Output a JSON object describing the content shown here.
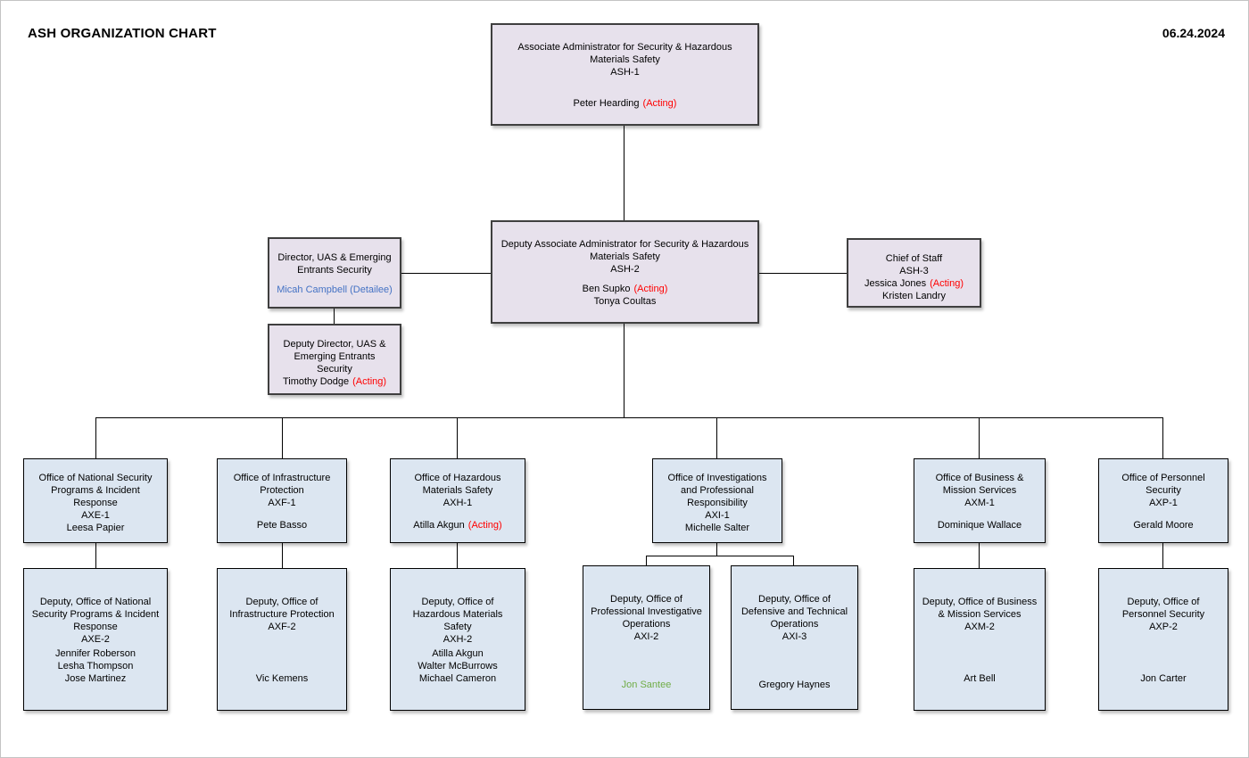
{
  "page": {
    "title": "ASH ORGANIZATION CHART",
    "date": "06.24.2024"
  },
  "colors": {
    "lavender_box_fill": "#e7e1ec",
    "blue_box_fill": "#dce6f1",
    "acting_red": "#ff0000",
    "detailee_blue": "#4472c4",
    "santee_green": "#70ad47",
    "connector_black": "#000000"
  },
  "boxes": {
    "ash1": {
      "title": "Associate Administrator for Security & Hazardous Materials Safety\nASH-1",
      "people": [
        {
          "name": "Peter Hearding",
          "note": "(Acting)"
        }
      ]
    },
    "director_uas": {
      "title": "Director, UAS & Emerging Entrants Security",
      "people": [
        {
          "name": "Micah Campbell (Detailee)"
        }
      ]
    },
    "ash2": {
      "title": "Deputy Associate Administrator for Security & Hazardous Materials Safety\nASH-2",
      "people": [
        {
          "name": "Ben Supko",
          "note": "(Acting)"
        },
        {
          "name": "Tonya Coultas"
        }
      ]
    },
    "chief_of_staff": {
      "title": "Chief of Staff\nASH-3",
      "people": [
        {
          "name": "Jessica Jones",
          "note": "(Acting)"
        },
        {
          "name": "Kristen Landry"
        }
      ]
    },
    "deputy_director_uas": {
      "title": "Deputy Director, UAS & Emerging Entrants Security",
      "people": [
        {
          "name": "Timothy Dodge",
          "note": "(Acting)"
        }
      ]
    },
    "axe1": {
      "title": "Office of National Security Programs & Incident Response\nAXE-1",
      "people": [
        {
          "name": "Leesa Papier"
        }
      ]
    },
    "axf1": {
      "title": "Office of Infrastructure Protection\nAXF-1",
      "people": [
        {
          "name": "Pete Basso"
        }
      ]
    },
    "axh1": {
      "title": "Office of Hazardous Materials Safety\nAXH-1",
      "people": [
        {
          "name": "Atilla Akgun",
          "note": "(Acting)"
        }
      ]
    },
    "axi1": {
      "title": "Office of Investigations and Professional Responsibility\nAXI-1",
      "people": [
        {
          "name": "Michelle Salter"
        }
      ]
    },
    "axm1": {
      "title": "Office of Business & Mission Services\nAXM-1",
      "people": [
        {
          "name": "Dominique Wallace"
        }
      ]
    },
    "axp1": {
      "title": "Office of Personnel Security\nAXP-1",
      "people": [
        {
          "name": "Gerald Moore"
        }
      ]
    },
    "axe2": {
      "title": "Deputy, Office of National Security Programs & Incident Response\nAXE-2",
      "people": [
        {
          "name": "Jennifer Roberson"
        },
        {
          "name": "Lesha Thompson"
        },
        {
          "name": "Jose Martinez"
        }
      ]
    },
    "axf2": {
      "title": "Deputy, Office of Infrastructure Protection\nAXF-2",
      "people": [
        {
          "name": "Vic Kemens"
        }
      ]
    },
    "axh2": {
      "title": "Deputy, Office of Hazardous Materials Safety\nAXH-2",
      "people": [
        {
          "name": "Atilla Akgun"
        },
        {
          "name": "Walter McBurrows"
        },
        {
          "name": "Michael Cameron"
        }
      ]
    },
    "axi2": {
      "title": "Deputy, Office of Professional Investigative Operations\nAXI-2",
      "people": [
        {
          "name": "Jon Santee"
        }
      ]
    },
    "axi3": {
      "title": "Deputy, Office of Defensive and Technical Operations\nAXI-3",
      "people": [
        {
          "name": "Gregory Haynes"
        }
      ]
    },
    "axm2": {
      "title": "Deputy, Office of Business & Mission Services\nAXM-2",
      "people": [
        {
          "name": "Art Bell"
        }
      ]
    },
    "axp2": {
      "title": "Deputy, Office of Personnel Security\nAXP-2",
      "people": [
        {
          "name": "Jon Carter"
        }
      ]
    }
  }
}
